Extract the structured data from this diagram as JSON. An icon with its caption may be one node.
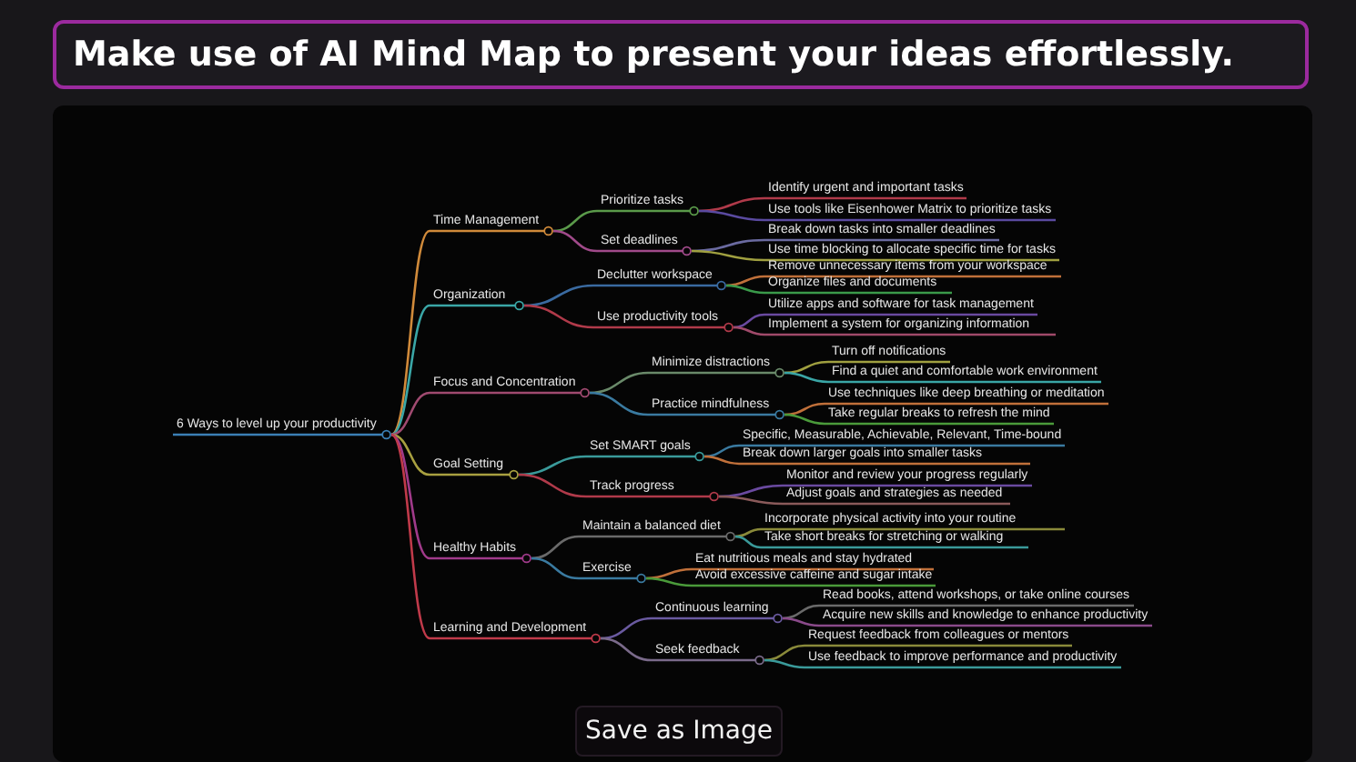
{
  "diagram": {
    "title": "Make use of AI Mind Map to present your ideas effortlessly.",
    "nodes": [
      {
        "text": [
          "6 Ways to level up your productivity"
        ]
      },
      {
        "text": [
          "Time Management"
        ]
      },
      {
        "text": [
          "Prioritize tasks"
        ]
      },
      {
        "text": [
          "Identify urgent and important tasks"
        ]
      },
      {
        "text": [
          "Use tools like Eisenhower Matrix to prioritize tasks"
        ]
      },
      {
        "text": [
          "Set deadlines"
        ]
      },
      {
        "text": [
          "Break down tasks into smaller deadlines"
        ]
      },
      {
        "text": [
          "Use time blocking to allocate specific time for tasks"
        ]
      },
      {
        "text": [
          "Organization"
        ]
      },
      {
        "text": [
          "Declutter workspace"
        ]
      },
      {
        "text": [
          "Remove unnecessary items from your workspace"
        ]
      },
      {
        "text": [
          "Organize files and documents"
        ]
      },
      {
        "text": [
          "Use productivity tools"
        ]
      },
      {
        "text": [
          "Utilize apps and software for task management"
        ]
      },
      {
        "text": [
          "Implement a system for organizing information"
        ]
      },
      {
        "text": [
          "Focus and Concentration"
        ]
      },
      {
        "text": [
          "Minimize distractions"
        ]
      },
      {
        "text": [
          "Turn off notifications"
        ]
      },
      {
        "text": [
          "Find a quiet and comfortable work environment"
        ]
      },
      {
        "text": [
          "Practice mindfulness"
        ]
      },
      {
        "text": [
          "Use techniques like deep breathing or meditation"
        ]
      },
      {
        "text": [
          "Take regular breaks to refresh the mind"
        ]
      },
      {
        "text": [
          "Goal Setting"
        ]
      },
      {
        "text": [
          "Set SMART goals"
        ]
      },
      {
        "text": [
          "Specific, Measurable, Achievable, Relevant, Time-bound"
        ]
      },
      {
        "text": [
          "Break down larger goals into smaller tasks"
        ]
      },
      {
        "text": [
          "Track progress"
        ]
      },
      {
        "text": [
          "Monitor and review your progress regularly"
        ]
      },
      {
        "text": [
          "Adjust goals and strategies as needed"
        ]
      },
      {
        "text": [
          "Healthy Habits"
        ]
      },
      {
        "text": [
          "Maintain a balanced diet"
        ]
      },
      {
        "text": [
          "Incorporate physical activity into your routine"
        ]
      },
      {
        "text": [
          "Take short breaks for stretching or walking"
        ]
      },
      {
        "text": [
          "Exercise"
        ]
      },
      {
        "text": [
          "Eat nutritious meals and stay hydrated"
        ]
      },
      {
        "text": [
          "Avoid excessive caffeine and sugar intake"
        ]
      },
      {
        "text": [
          "Learning and Development"
        ]
      },
      {
        "text": [
          "Continuous learning"
        ]
      },
      {
        "text": [
          "Read books, attend workshops, or take online courses"
        ]
      },
      {
        "text": [
          "Acquire new skills and knowledge to enhance productivity"
        ]
      },
      {
        "text": [
          "Seek feedback"
        ]
      },
      {
        "text": [
          "Request feedback from colleagues or mentors"
        ]
      },
      {
        "text": [
          "Use feedback to improve performance and productivity"
        ]
      }
    ],
    "edges": [
      {
        "from": 0,
        "to": 1,
        "arrow": "none",
        "color": "#d08a3a"
      },
      {
        "from": 1,
        "to": 2,
        "arrow": "none",
        "color": "#5a9a4a"
      },
      {
        "from": 2,
        "to": 3,
        "arrow": "none",
        "color": "#b03a4a"
      },
      {
        "from": 2,
        "to": 4,
        "arrow": "none",
        "color": "#5a4aa0"
      },
      {
        "from": 1,
        "to": 5,
        "arrow": "none",
        "color": "#a04a8a"
      },
      {
        "from": 5,
        "to": 6,
        "arrow": "none",
        "color": "#6a6aa0"
      },
      {
        "from": 5,
        "to": 7,
        "arrow": "none",
        "color": "#a0a040"
      },
      {
        "from": 0,
        "to": 8,
        "arrow": "none",
        "color": "#3aa6a6"
      },
      {
        "from": 8,
        "to": 9,
        "arrow": "none",
        "color": "#3a6aa0"
      },
      {
        "from": 9,
        "to": 10,
        "arrow": "none",
        "color": "#c0703a"
      },
      {
        "from": 9,
        "to": 11,
        "arrow": "none",
        "color": "#3a9a4a"
      },
      {
        "from": 8,
        "to": 12,
        "arrow": "none",
        "color": "#b03a4a"
      },
      {
        "from": 12,
        "to": 13,
        "arrow": "none",
        "color": "#6a4aa0"
      },
      {
        "from": 12,
        "to": 14,
        "arrow": "none",
        "color": "#a04a6a"
      },
      {
        "from": 0,
        "to": 15,
        "arrow": "none",
        "color": "#a04a70"
      },
      {
        "from": 15,
        "to": 16,
        "arrow": "none",
        "color": "#6a8a6a"
      },
      {
        "from": 16,
        "to": 17,
        "arrow": "none",
        "color": "#a0a040"
      },
      {
        "from": 16,
        "to": 18,
        "arrow": "none",
        "color": "#3aa6a6"
      },
      {
        "from": 15,
        "to": 19,
        "arrow": "none",
        "color": "#3a7aa0"
      },
      {
        "from": 19,
        "to": 20,
        "arrow": "none",
        "color": "#c0703a"
      },
      {
        "from": 19,
        "to": 21,
        "arrow": "none",
        "color": "#4a9a3a"
      },
      {
        "from": 0,
        "to": 22,
        "arrow": "none",
        "color": "#a8a040"
      },
      {
        "from": 22,
        "to": 23,
        "arrow": "none",
        "color": "#3a9a9a"
      },
      {
        "from": 23,
        "to": 24,
        "arrow": "none",
        "color": "#3a7aa0"
      },
      {
        "from": 23,
        "to": 25,
        "arrow": "none",
        "color": "#c0703a"
      },
      {
        "from": 22,
        "to": 26,
        "arrow": "none",
        "color": "#b03a4a"
      },
      {
        "from": 26,
        "to": 27,
        "arrow": "none",
        "color": "#6a4aa0"
      },
      {
        "from": 26,
        "to": 28,
        "arrow": "none",
        "color": "#8a5a5a"
      },
      {
        "from": 0,
        "to": 29,
        "arrow": "none",
        "color": "#a03a8a"
      },
      {
        "from": 29,
        "to": 30,
        "arrow": "none",
        "color": "#6a6a6a"
      },
      {
        "from": 30,
        "to": 31,
        "arrow": "none",
        "color": "#8a8a3a"
      },
      {
        "from": 30,
        "to": 32,
        "arrow": "none",
        "color": "#3a9a9a"
      },
      {
        "from": 29,
        "to": 33,
        "arrow": "none",
        "color": "#3a7aa0"
      },
      {
        "from": 33,
        "to": 34,
        "arrow": "none",
        "color": "#c0703a"
      },
      {
        "from": 33,
        "to": 35,
        "arrow": "none",
        "color": "#4a9a3a"
      },
      {
        "from": 0,
        "to": 36,
        "arrow": "none",
        "color": "#c03a4a"
      },
      {
        "from": 36,
        "to": 37,
        "arrow": "none",
        "color": "#6a5aa0"
      },
      {
        "from": 37,
        "to": 38,
        "arrow": "none",
        "color": "#6a6a6a"
      },
      {
        "from": 37,
        "to": 39,
        "arrow": "none",
        "color": "#8a4a8a"
      },
      {
        "from": 36,
        "to": 40,
        "arrow": "none",
        "color": "#7a6a8a"
      },
      {
        "from": 40,
        "to": 41,
        "arrow": "none",
        "color": "#8a8a3a"
      },
      {
        "from": 40,
        "to": 42,
        "arrow": "none",
        "color": "#3a9a9a"
      }
    ],
    "labels": [
      "Save as Image"
    ]
  }
}
